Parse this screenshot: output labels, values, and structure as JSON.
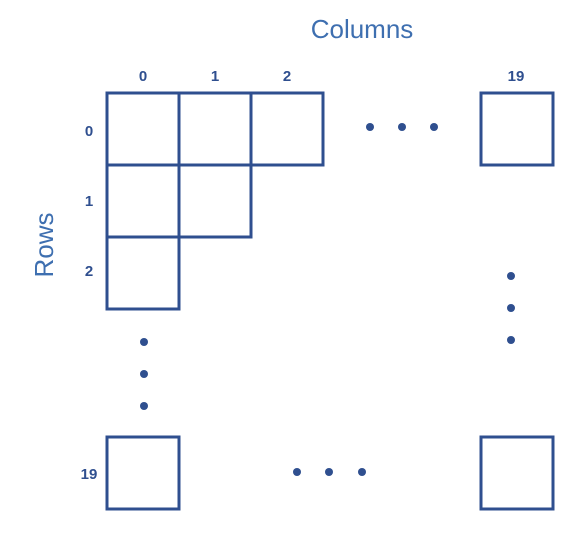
{
  "diagram": {
    "column_title": "Columns",
    "row_title": "Rows",
    "column_labels": [
      "0",
      "1",
      "2",
      "19"
    ],
    "row_labels": [
      "0",
      "1",
      "2",
      "19"
    ]
  },
  "colors": {
    "grid_stroke": "#2f4f8f",
    "title_text": "#3e6fb0",
    "label_text": "#2f4f8f"
  }
}
